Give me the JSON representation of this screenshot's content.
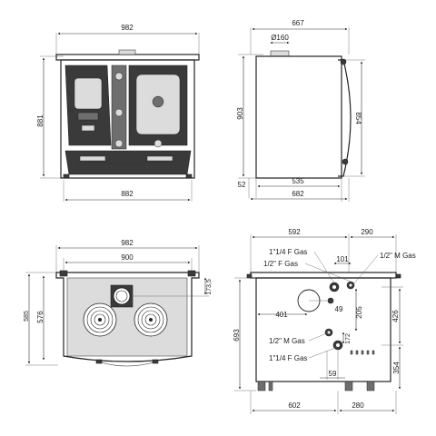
{
  "front_view": {
    "width_overall": "982",
    "height": "881",
    "width_base": "882"
  },
  "side_view": {
    "depth_overall": "667",
    "flue_diameter": "Ø160",
    "height_rear": "903",
    "height_front": "854",
    "rear_offset": "52",
    "depth_mid": "535",
    "depth_total": "682"
  },
  "top_view": {
    "width_overall": "982",
    "width_inner": "900",
    "flue_offset": "173,5",
    "depth_outer": "585",
    "depth_inner": "576"
  },
  "rear_view": {
    "width_left": "592",
    "width_right": "290",
    "label_f_gas_top": "1\"1/4 F Gas",
    "label_half_f_gas": "1/2\" F Gas",
    "label_half_m_gas_top": "1/2\" M Gas",
    "dim_101": "101",
    "dim_401": "401",
    "dim_49": "49",
    "dim_205": "205",
    "dim_426": "426",
    "dim_693": "693",
    "label_half_m_gas_bottom": "1/2\" M Gas",
    "dim_172": "172",
    "label_f_gas_bottom": "1\"1/4 F Gas",
    "dim_354": "354",
    "dim_59": "59",
    "width_bottom_left": "602",
    "width_bottom_right": "280"
  }
}
